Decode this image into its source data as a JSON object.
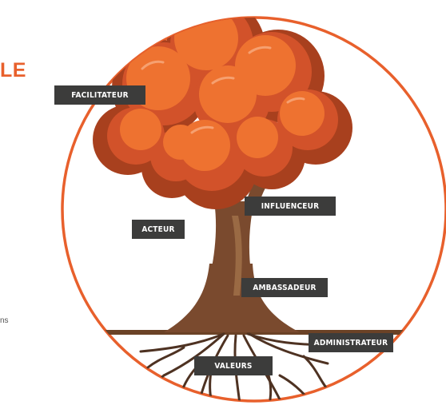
{
  "heading_fragment": "LE",
  "side_text_fragment": "ns",
  "colors": {
    "circle": "#e8602c",
    "foliage_dark": "#a8401e",
    "foliage_mid": "#d2522a",
    "foliage_light": "#ee7230",
    "trunk": "#7a4a2e",
    "trunk_light": "#9a6a44",
    "roots": "#4e3222",
    "ground": "#6b4226",
    "tag_bg": "#3c3c3b",
    "tag_text": "#ffffff"
  },
  "labels": {
    "facilitateur": "FACILITATEUR",
    "acteur": "ACTEUR",
    "influenceur": "INFLUENCEUR",
    "ambassadeur": "AMBASSADEUR",
    "administrateur": "ADMINISTRATEUR",
    "valeurs": "VALEURS"
  }
}
